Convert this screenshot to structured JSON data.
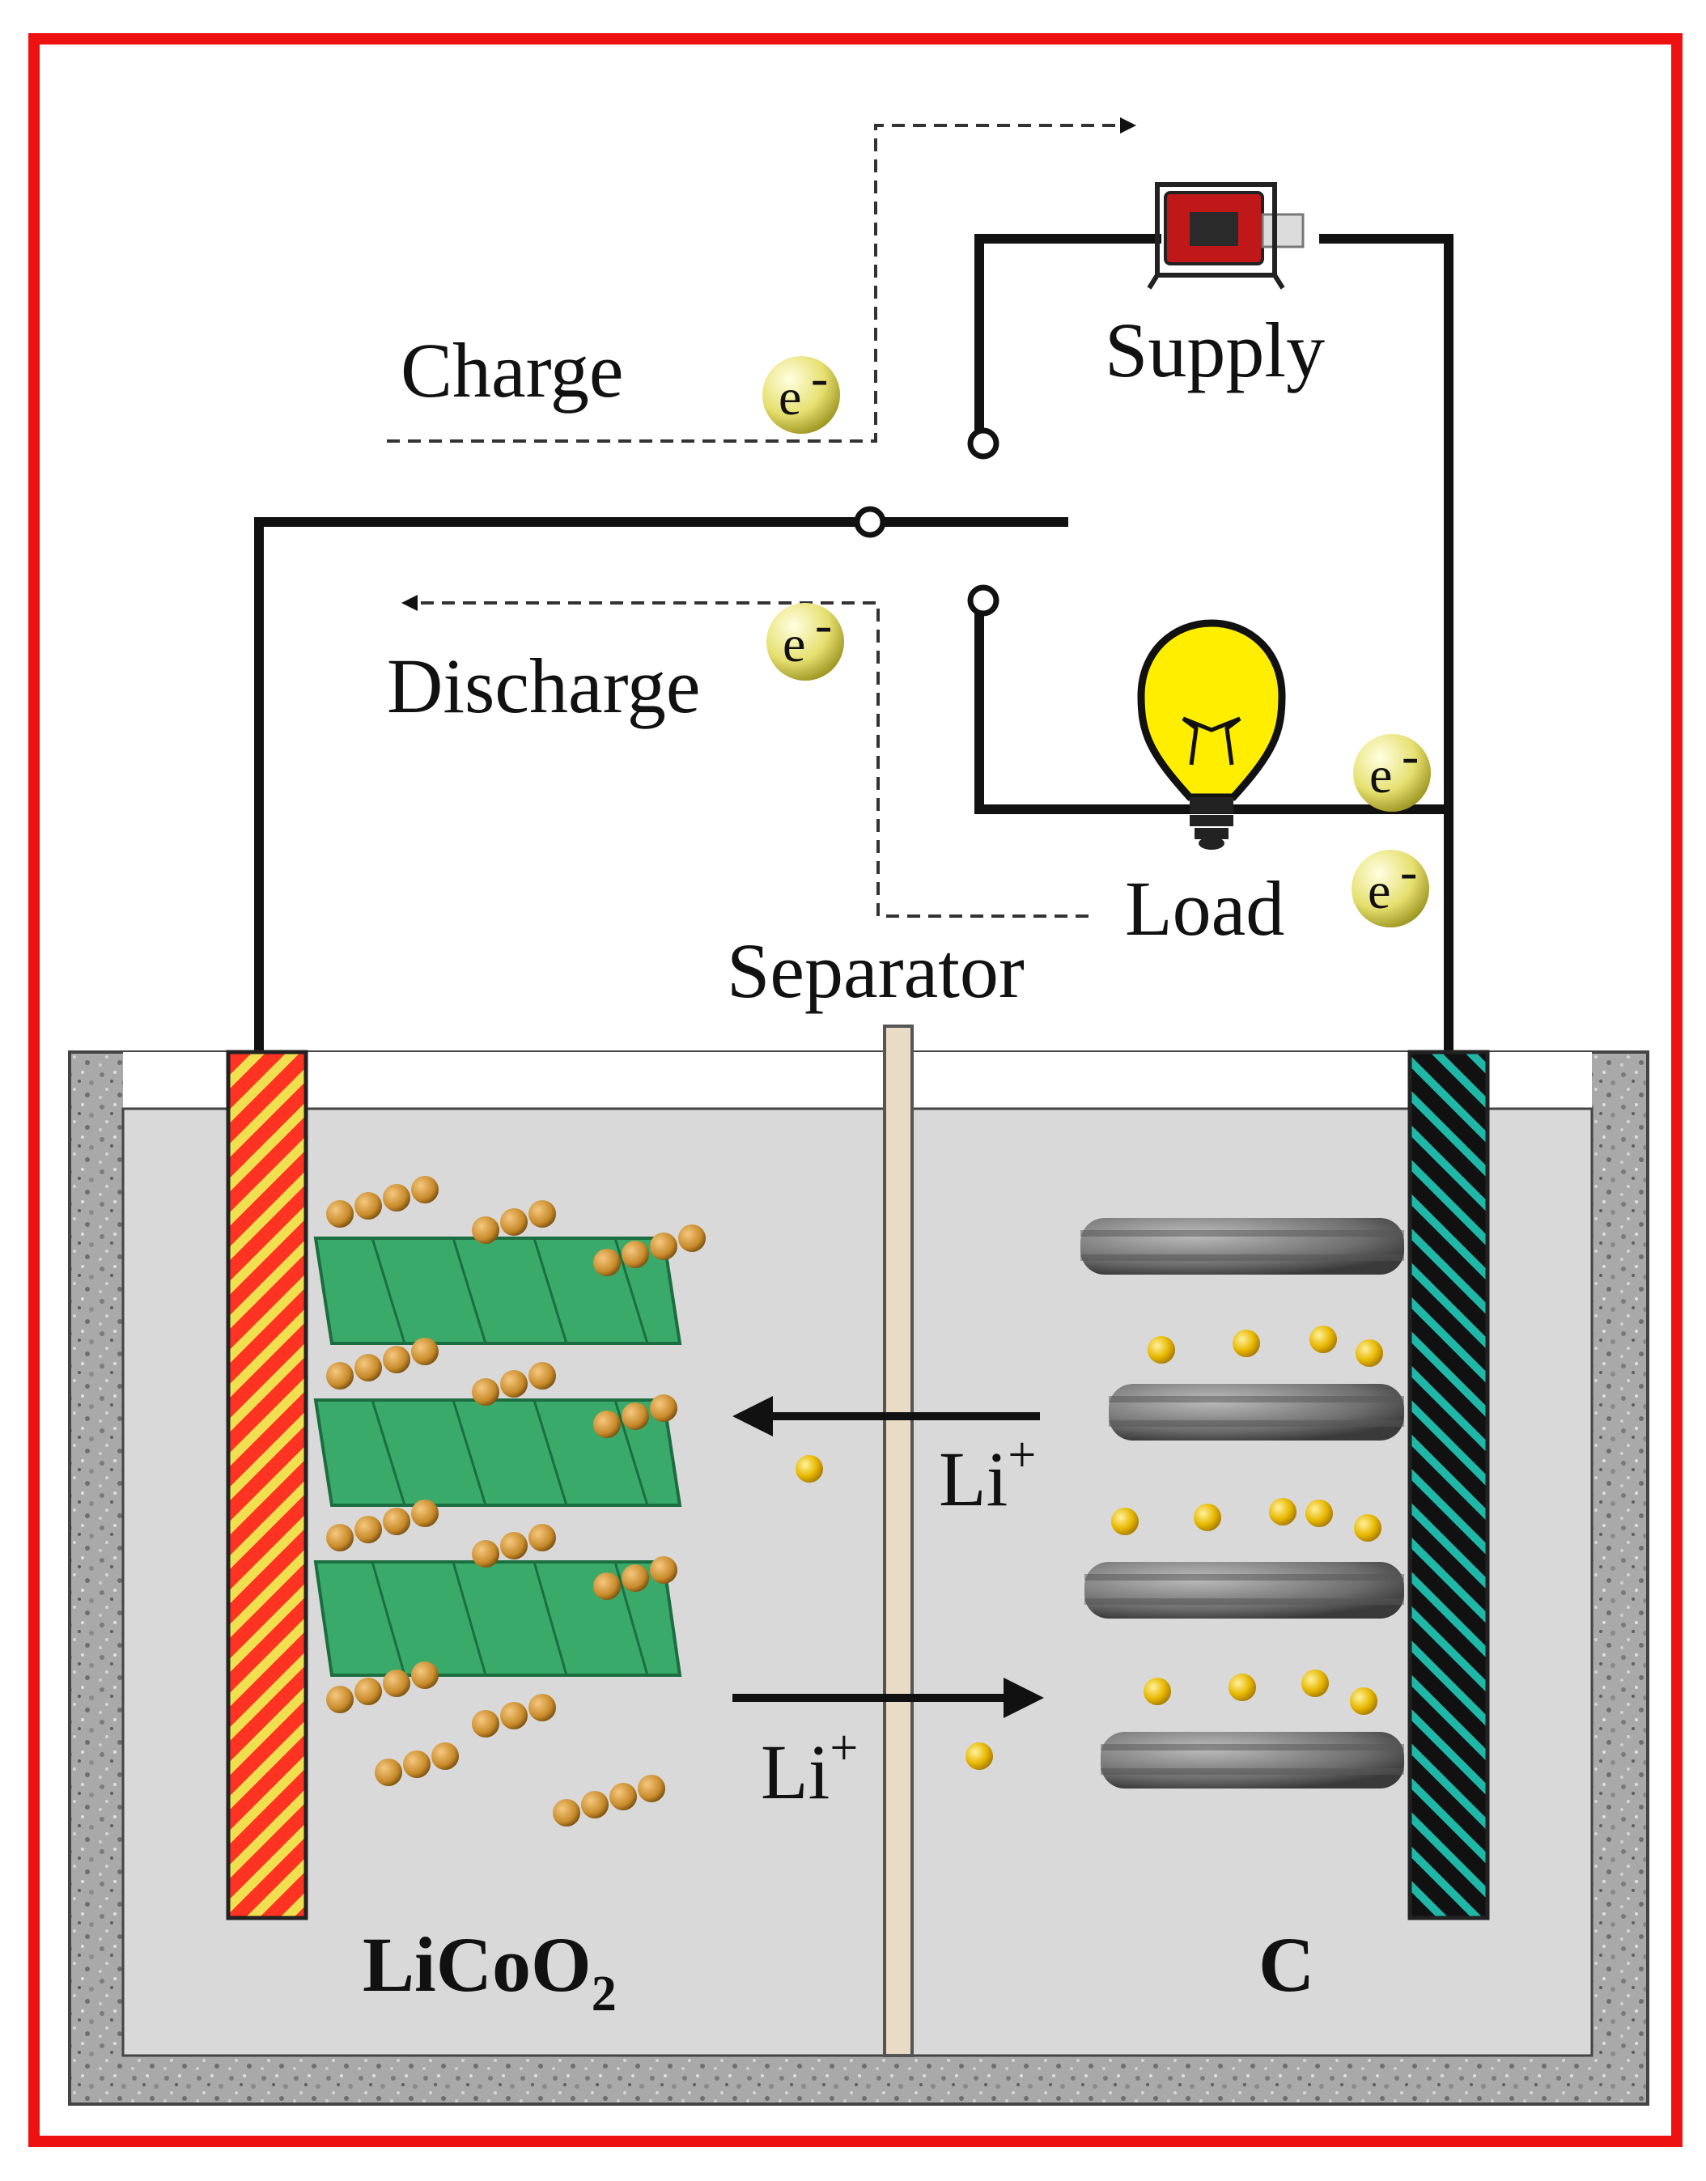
{
  "labels": {
    "charge": "Charge",
    "discharge": "Discharge",
    "supply": "Supply",
    "load": "Load",
    "separator": "Separator",
    "li_ion": "Li",
    "li_ion_charge": "+",
    "cathode_formula": "LiCoO",
    "cathode_subscript": "2",
    "anode": "C",
    "electron": "e",
    "electron_charge": "-"
  },
  "colors": {
    "frame": "#ee1111",
    "electrolyte": "#d9d9d9",
    "cathode_stripe_a": "#ff3322",
    "cathode_stripe_b": "#f0e050",
    "anode_stripe_a": "#111111",
    "anode_stripe_b": "#1fb8a8",
    "lithium": "#e8b800",
    "polyhedra": "#3aaa6a",
    "cobalt_atoms": "#c88a2a",
    "graphite": "#6e6e6e",
    "separator": "#eadcc4",
    "bulb": "#ffee00"
  },
  "icons": [
    "lightbulb-icon",
    "power-supply-icon",
    "switch-contact-icon",
    "electron-icon",
    "lithium-ion-icon"
  ]
}
